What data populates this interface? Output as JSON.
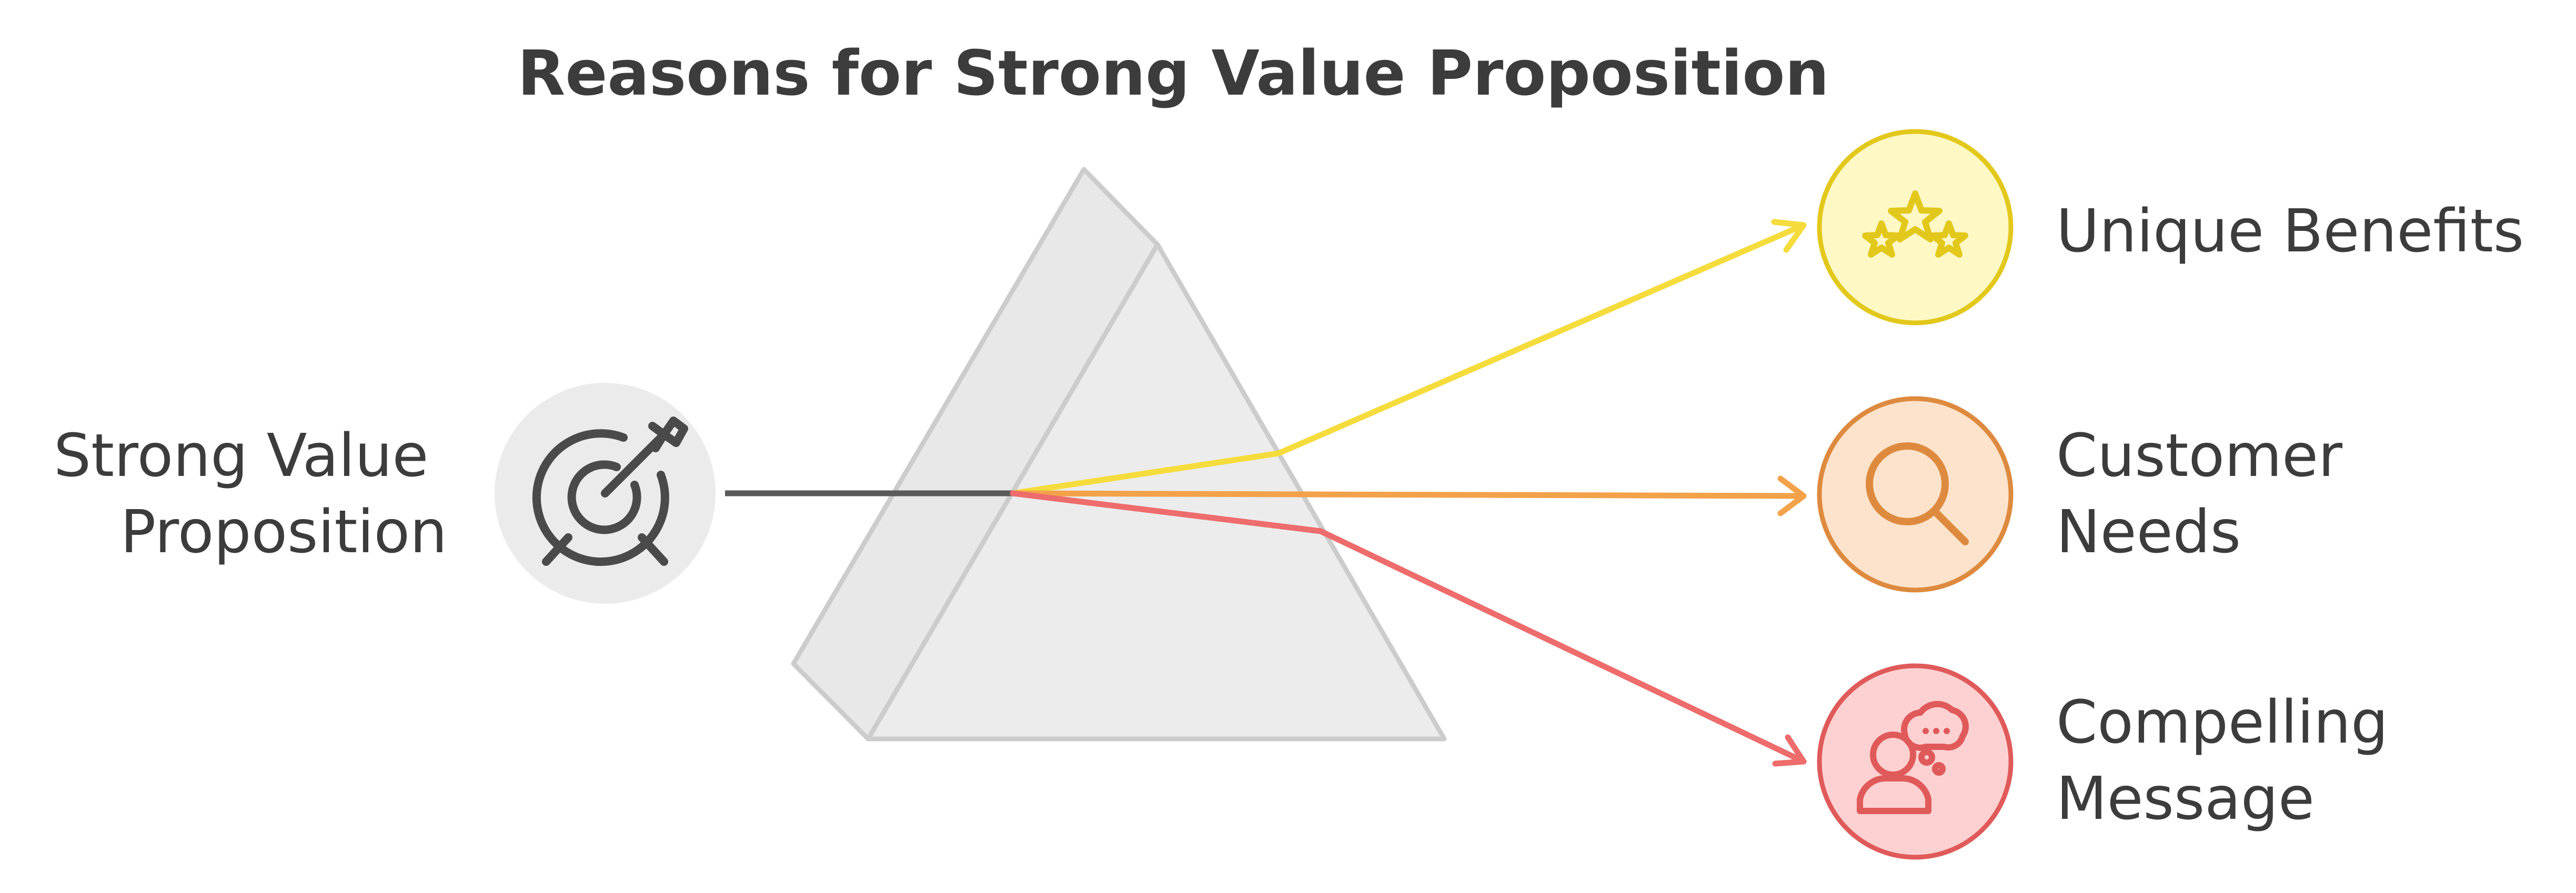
{
  "title": "Reasons for Strong Value Proposition",
  "source": {
    "label_lines": [
      "Strong Value",
      "Proposition"
    ],
    "icon": "target-with-arrow-icon"
  },
  "outputs": [
    {
      "label_lines": [
        "Unique Benefits"
      ],
      "icon": "stars-icon",
      "color": "#f5dc3c",
      "fill": "#fdf8c4",
      "stroke": "#e3c81c"
    },
    {
      "label_lines": [
        "Customer",
        "Needs"
      ],
      "icon": "magnifying-glass-icon",
      "color": "#f3a24a",
      "fill": "#fde3cc",
      "stroke": "#de8a3e"
    },
    {
      "label_lines": [
        "Compelling",
        "Message"
      ],
      "icon": "person-thinking-icon",
      "color": "#ee6c6c",
      "fill": "#fdd1d1",
      "stroke": "#e05a5a"
    }
  ],
  "colors": {
    "text": "#3c3c3c",
    "prism_fill": "#ececec",
    "prism_stroke": "#cccccc",
    "source_circle": "#ebebeb",
    "input_beam": "#5a5a5a"
  }
}
